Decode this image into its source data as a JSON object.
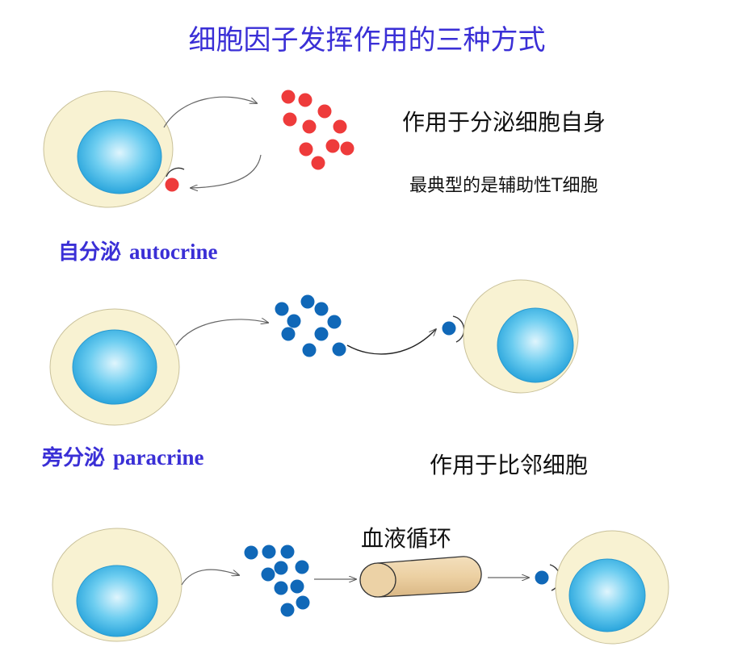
{
  "title": "细胞因子发挥作用的三种方式",
  "autocrine": {
    "label_zh": "自分泌",
    "label_en": "autocrine",
    "desc1": "作用于分泌细胞自身",
    "desc2": "最典型的是辅助性T细胞"
  },
  "paracrine": {
    "label_zh": "旁分泌",
    "label_en": "paracrine",
    "desc": "作用于比邻细胞"
  },
  "endocrine": {
    "vessel_label": "血液循环"
  },
  "colors": {
    "title": "#3a2fd6",
    "red_dot": "#ee3b3b",
    "blue_dot": "#1068b8",
    "cytoplasm": "#f8f2d2",
    "nucleus": "#3ab7e6",
    "vessel": "#ecd2a6"
  }
}
